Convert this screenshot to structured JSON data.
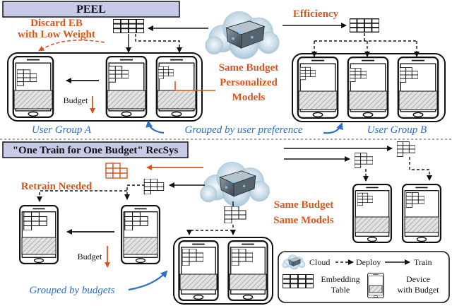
{
  "peel": {
    "title": "PEEL",
    "discard_line1": "Discard EB",
    "discard_line2": "with Low Weight",
    "budget_label": "Budget",
    "efficiency": "Efficiency",
    "same_budget": "Same Budget",
    "personalized": "Personalized",
    "models": "Models",
    "group_a": "User Group A",
    "group_b": "User Group B",
    "grouped_by_preference": "Grouped by user preference"
  },
  "baseline": {
    "title": "\"One Train for One Budget\" RecSys",
    "retrain": "Retrain Needed",
    "budget_label": "Budget",
    "same_budget": "Same Budget",
    "same_models": "Same Models",
    "grouped_by_budgets": "Grouped by budgets"
  },
  "legend": {
    "cloud": "Cloud",
    "deploy": "Deploy",
    "train": "Train",
    "embedding_line1": "Embedding",
    "embedding_line2": "Table",
    "device_line1": "Device",
    "device_line2": "with Budget"
  },
  "colors": {
    "accent_orange": "#d9541e",
    "accent_blue": "#2a6fc9",
    "header_fill": "#c7cbe8"
  }
}
